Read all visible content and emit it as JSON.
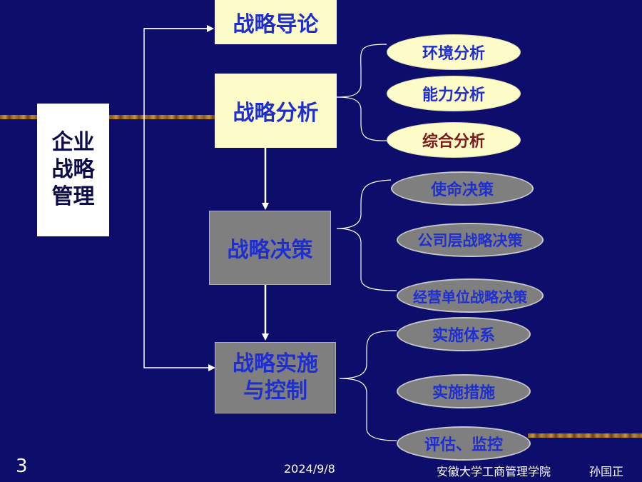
{
  "root": {
    "label_lines": [
      "企业",
      "战略",
      "管理"
    ]
  },
  "stages": {
    "intro": "战略导论",
    "analysis": "战略分析",
    "decision": "战略决策",
    "implementation_lines": [
      "战略实施",
      "与控制"
    ]
  },
  "analysis_items": [
    "环境分析",
    "能力分析",
    "综合分析"
  ],
  "decision_items": [
    "使命决策",
    "公司层战略决策",
    "经营单位战略决策"
  ],
  "implementation_items": [
    "实施体系",
    "实施措施",
    "评估、监控"
  ],
  "footer": {
    "slide_number": "3",
    "date": "2024/9/8",
    "institution": "安徽大学工商管理学院",
    "author": "孙国正"
  },
  "colors": {
    "background": "#0d0d6b",
    "box_text": "#1f2fcf",
    "cream_box": "#fdfbc8",
    "grey_box": "#7f7f7f",
    "highlight_text": "#7a1a1a"
  }
}
